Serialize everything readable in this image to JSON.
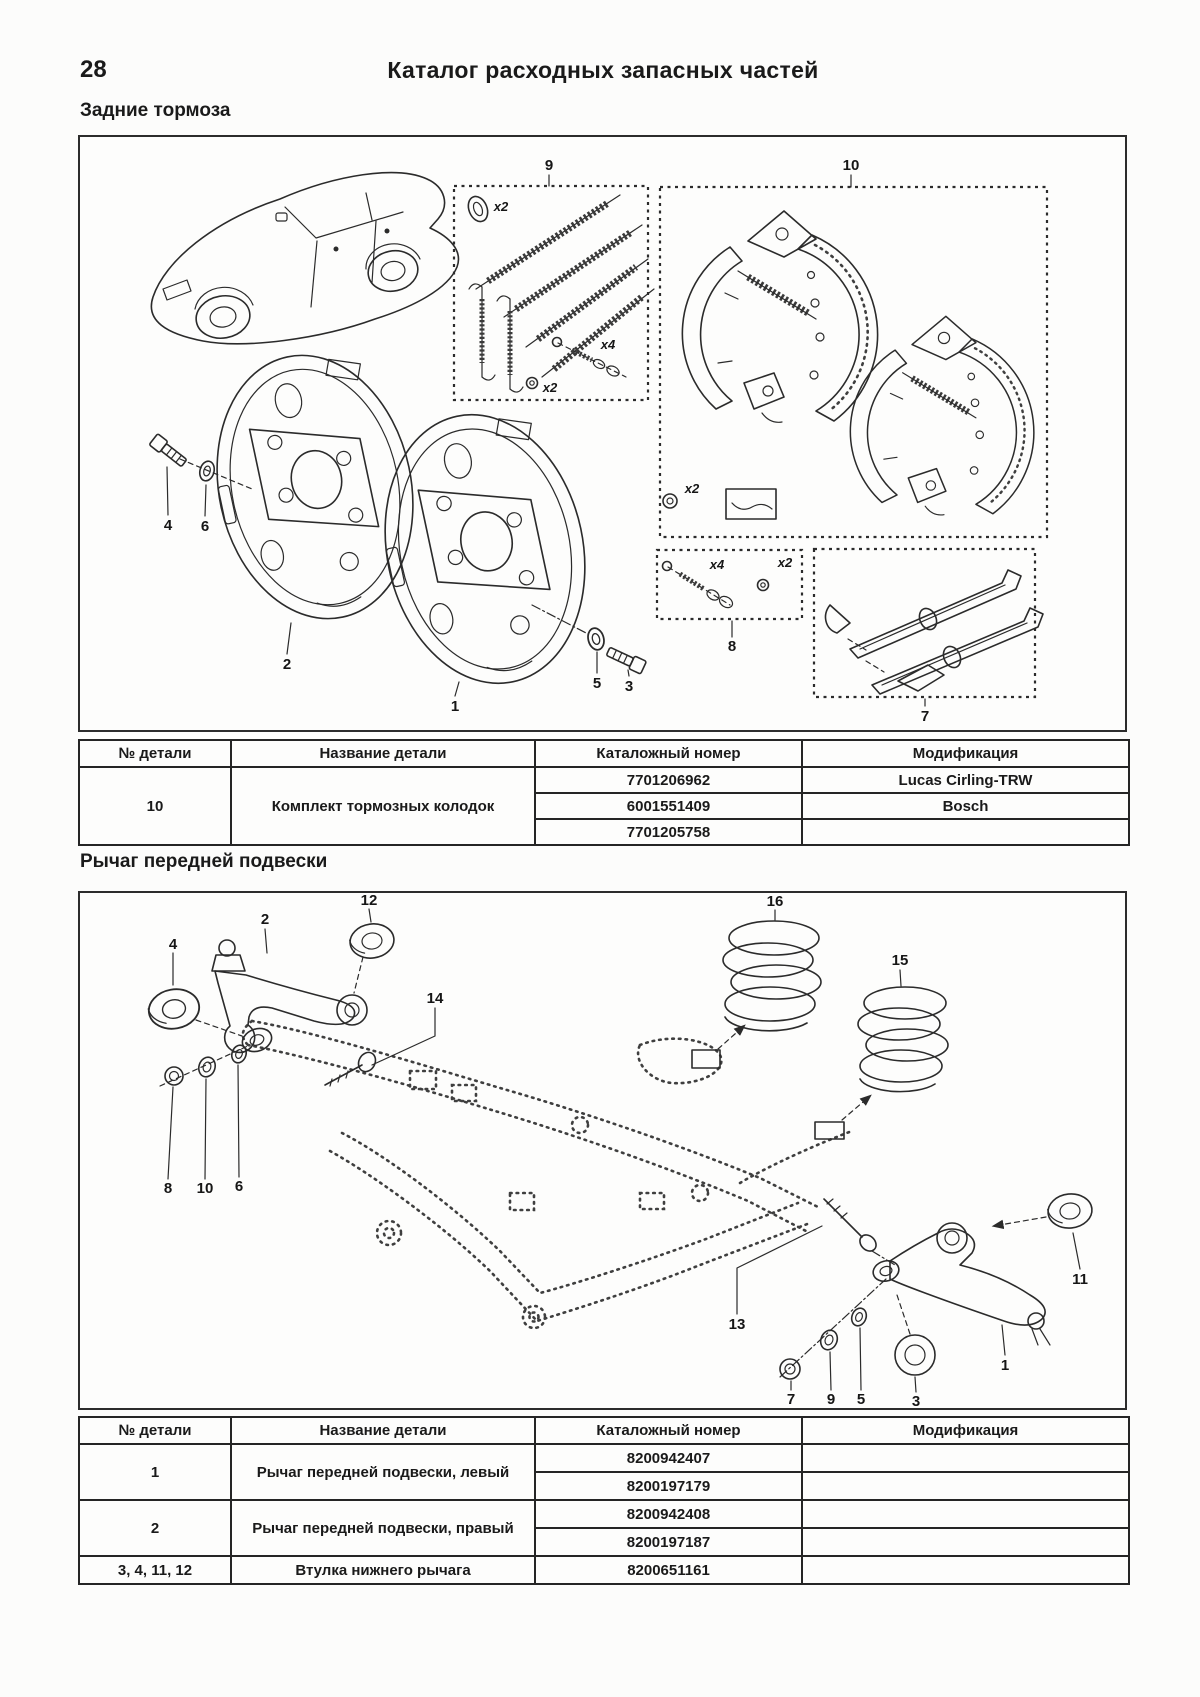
{
  "colors": {
    "paper": "#fcfcfb",
    "ink": "#1a1a1a",
    "border": "#252525"
  },
  "page": {
    "number": "28",
    "title": "Каталог расходных запасных частей"
  },
  "sections": [
    {
      "heading": "Задние тормоза"
    },
    {
      "heading": "Рычаг передней подвески"
    }
  ],
  "table_headers": {
    "part_no": "№ детали",
    "part_name": "Название детали",
    "catalog_no": "Каталожный номер",
    "modification": "Модификация"
  },
  "table1": {
    "part_no": "10",
    "part_name": "Комплект тормозных колодок",
    "rows": [
      {
        "catalog_no": "7701206962",
        "modification": "Lucas Cirling-TRW"
      },
      {
        "catalog_no": "6001551409",
        "modification": "Bosch"
      },
      {
        "catalog_no": "7701205758",
        "modification": ""
      }
    ]
  },
  "table2": {
    "groups": [
      {
        "part_no": "1",
        "part_name": "Рычаг передней подвески, левый",
        "rows": [
          {
            "catalog_no": "8200942407",
            "modification": ""
          },
          {
            "catalog_no": "8200197179",
            "modification": ""
          }
        ]
      },
      {
        "part_no": "2",
        "part_name": "Рычаг передней подвески, правый",
        "rows": [
          {
            "catalog_no": "8200942408",
            "modification": ""
          },
          {
            "catalog_no": "8200197187",
            "modification": ""
          }
        ]
      },
      {
        "part_no": "3, 4, 11, 12",
        "part_name": "Втулка нижнего рычага",
        "rows": [
          {
            "catalog_no": "8200651161",
            "modification": ""
          }
        ]
      }
    ]
  },
  "diagram1": {
    "callout_1": "1",
    "callout_2": "2",
    "callout_3": "3",
    "callout_4": "4",
    "callout_5": "5",
    "callout_6": "6",
    "callout_7": "7",
    "callout_8": "8",
    "callout_9": "9",
    "callout_10": "10",
    "mult_grommet": "x2",
    "mult_spring_pin": "x4",
    "mult_spring_clip": "x2",
    "mult_shoe_nut": "x2",
    "mult_box8_pin": "x4",
    "mult_box8_clip": "x2"
  },
  "diagram2": {
    "callout_1": "1",
    "callout_2": "2",
    "callout_3": "3",
    "callout_4": "4",
    "callout_5": "5",
    "callout_6": "6",
    "callout_7": "7",
    "callout_8": "8",
    "callout_9": "9",
    "callout_10": "10",
    "callout_11": "11",
    "callout_12": "12",
    "callout_13": "13",
    "callout_14": "14",
    "callout_15": "15",
    "callout_16": "16"
  }
}
